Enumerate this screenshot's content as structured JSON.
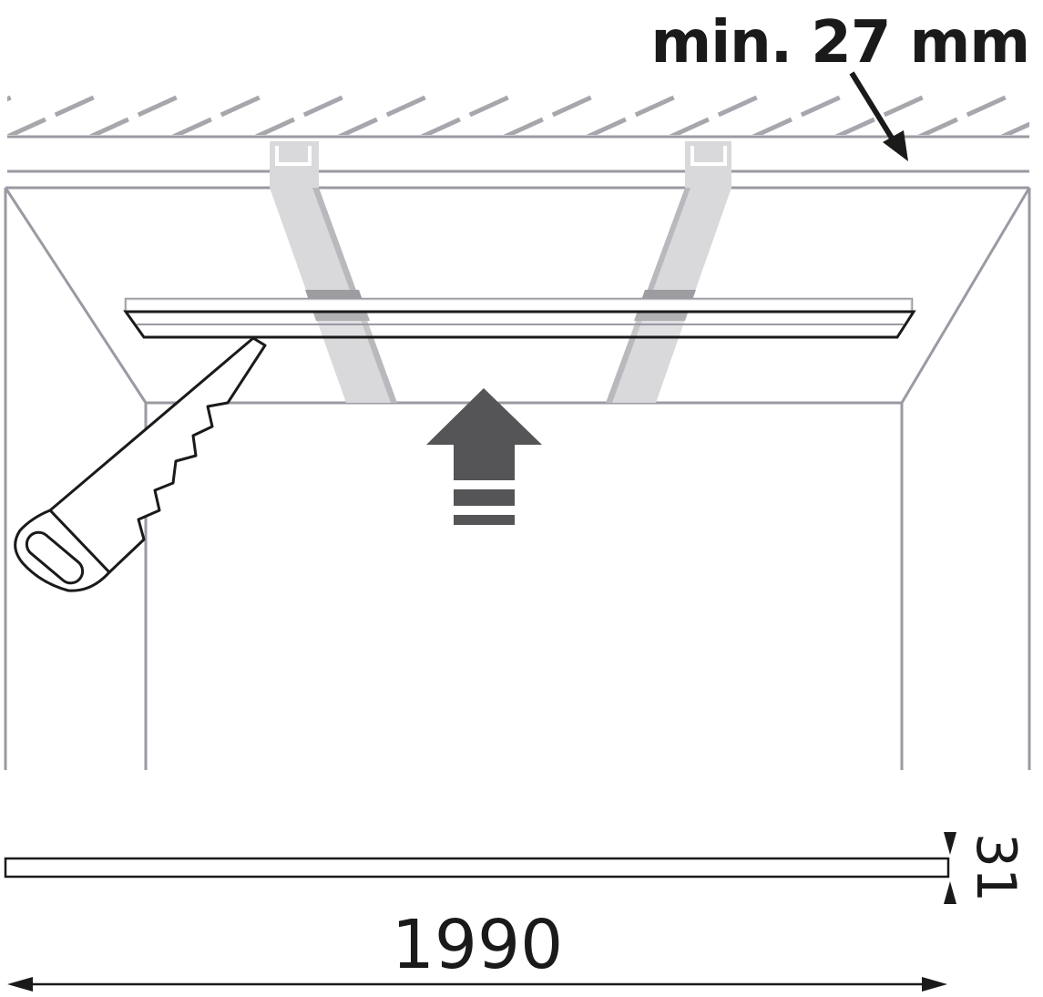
{
  "labels": {
    "min_clearance": "min. 27 mm",
    "length": "1990",
    "height": "31"
  },
  "colors": {
    "line_gray": "#9a9aa3",
    "hatch_gray": "#a6a6ad",
    "strip_fill": "#d9d9dc",
    "strip_edge": "#b9b9bd",
    "strip_overlap": "#9d9da1",
    "arrow_dark": "#555557",
    "ink": "#1a1a1a"
  },
  "icons": {
    "saw": "hand-saw-icon",
    "push_arrow": "push-up-arrow-icon",
    "pointer": "pointer-arrow-icon"
  }
}
